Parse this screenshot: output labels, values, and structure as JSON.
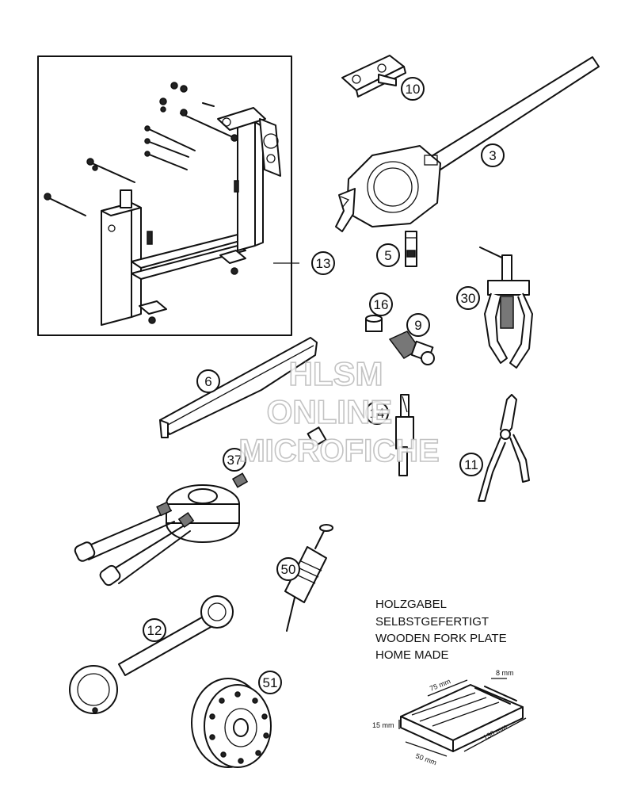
{
  "callouts": {
    "c10": "10",
    "c3": "3",
    "c13": "13",
    "c5": "5",
    "c30": "30",
    "c16": "16",
    "c9": "9",
    "c6": "6",
    "c14": "14",
    "c37": "37",
    "c11": "11",
    "c50": "50",
    "c12": "12",
    "c51": "51"
  },
  "note": {
    "line1": "HOLZGABEL",
    "line2": "SELBSTGEFERTIGT",
    "line3": "WOODEN FORK PLATE",
    "line4": "HOME MADE"
  },
  "dimensions": {
    "d8": "8 mm",
    "d75": "75 mm",
    "d15": "15 mm",
    "d130": "130 mm",
    "d50": "50 mm"
  },
  "watermark": {
    "line1": "HLSM",
    "line2": "ONLINE",
    "line3": "MICROFICHE"
  }
}
